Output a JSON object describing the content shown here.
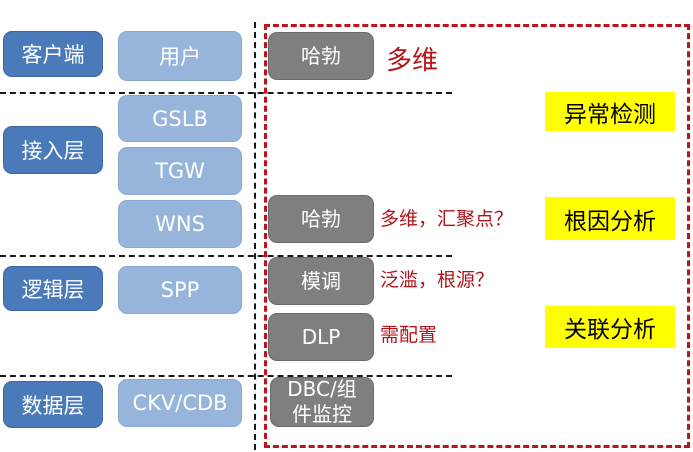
{
  "layers": {
    "client": "客户端",
    "access": "接入层",
    "logic": "逻辑层",
    "data": "数据层"
  },
  "components": {
    "user": "用户",
    "gslb": "GSLB",
    "tgw": "TGW",
    "wns": "WNS",
    "spp": "SPP",
    "ckv": "CKV/CDB"
  },
  "monitors": {
    "habo_top": "哈勃",
    "habo_mid": "哈勃",
    "motiao": "模调",
    "dlp": "DLP",
    "dbc": "DBC/组件监控"
  },
  "notes": {
    "multi_dim": "多维",
    "multi_dim_agg": "多维，汇聚点？",
    "flood_root": "泛滥，根源？",
    "needs_config": "需配置"
  },
  "tags": {
    "anomaly": "异常检测",
    "root_cause": "根因分析",
    "correlation": "关联分析"
  },
  "colors": {
    "layer_box": "#4a7ab9",
    "component_box": "#97b5da",
    "monitor_box": "#7f7f7f",
    "note_text": "#b2141c",
    "dashed_border": "#c0121c",
    "tag_background": "#ffff00"
  }
}
